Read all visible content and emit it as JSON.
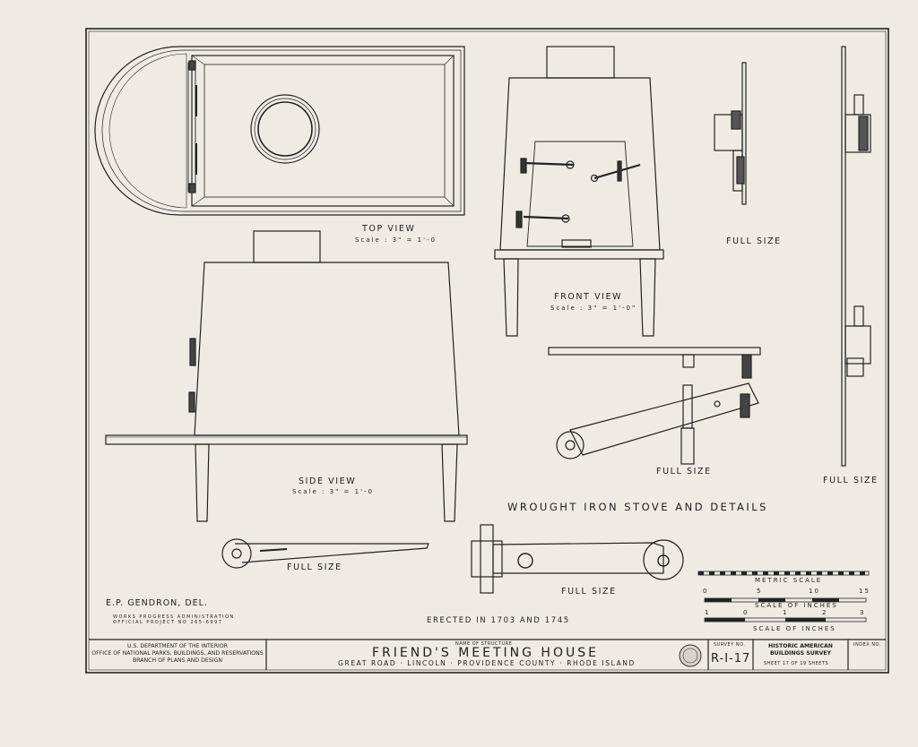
{
  "drawing_title": "WROUGHT IRON STOVE AND DETAILS",
  "views": {
    "top": {
      "label": "TOP VIEW",
      "scale": "Scale : 3\" = 1'-0"
    },
    "front": {
      "label": "FRONT VIEW",
      "scale": "Scale : 3\" = 1'-0\""
    },
    "side": {
      "label": "SIDE VIEW",
      "scale": "Scale : 3\" = 1'-0"
    }
  },
  "full_size_label": "FULL SIZE",
  "drafter": "E.P. GENDRON, DEL.",
  "wpa_note": [
    "WORKS PROGRESS ADMINISTRATION",
    "OFFICIAL PROJECT NO 265-6997"
  ],
  "erected": "ERECTED IN 1703 AND 1745",
  "scales": {
    "metric": "METRIC SCALE",
    "inches_top": "SCALE OF INCHES",
    "inches_bottom": "SCALE OF INCHES",
    "metric_ticks": [
      "0",
      "5",
      "10",
      "15"
    ],
    "inch_ticks": [
      "1",
      "0",
      "1",
      "2",
      "3"
    ]
  },
  "title_block": {
    "agency": [
      "U.S. DEPARTMENT OF THE INTERIOR",
      "OFFICE OF NATIONAL PARKS, BUILDINGS, AND RESERVATIONS",
      "BRANCH OF PLANS AND DESIGN"
    ],
    "name_caption": "NAME OF STRUCTURE",
    "structure": "FRIEND'S MEETING HOUSE",
    "location": "GREAT ROAD · LINCOLN · PROVIDENCE COUNTY · RHODE ISLAND",
    "survey_caption": "SURVEY NO.",
    "survey_no": "R-I-17",
    "habs": [
      "HISTORIC AMERICAN",
      "BUILDINGS SURVEY"
    ],
    "sheet": "SHEET 17 OF 19 SHEETS",
    "index_caption": "INDEX NO."
  }
}
